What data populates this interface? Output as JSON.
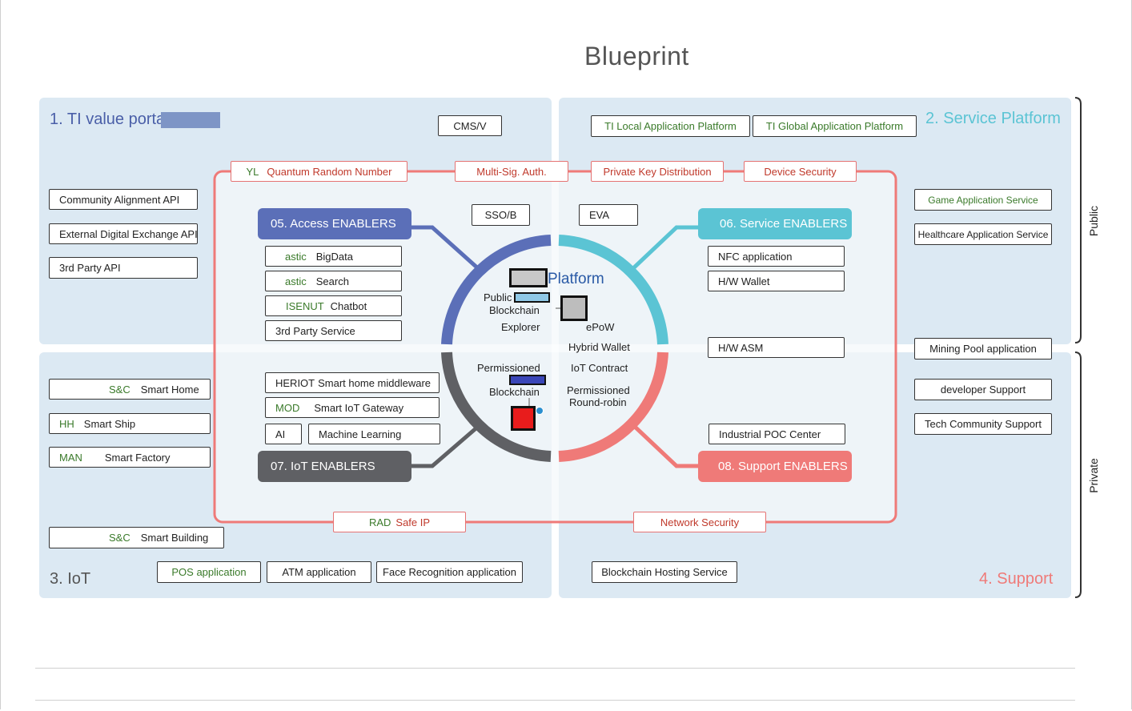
{
  "title": "Blueprint",
  "quadrants": {
    "q1": "1. TI value portal",
    "q2": "2. Service Platform",
    "q3": "3. IoT",
    "q4": "4. Support"
  },
  "side_labels": {
    "public": "Public",
    "private": "Private"
  },
  "colors": {
    "quad_bg": "#dce9f3",
    "access": "#5b6fb8",
    "service": "#5bc4d4",
    "iot": "#5f6064",
    "support": "#ef7a78",
    "ring": "#ef7a78"
  },
  "top_boxes": {
    "cms": "CMS/V",
    "local_platform": "TI Local Application Platform",
    "global_platform": "TI Global Application Platform"
  },
  "ring_top": {
    "qrn_prefix": "YL",
    "qrn_label": "Quantum Random Number",
    "multisig": "Multi-Sig. Auth.",
    "private_key": "Private Key Distribution",
    "device_security": "Device Security"
  },
  "ring_bottom": {
    "rad_prefix": "RAD",
    "rad_label": "Safe IP",
    "network_security": "Network Security"
  },
  "left_apis": [
    "Community Alignment API",
    "External Digital Exchange API",
    "3rd Party API"
  ],
  "right_services": [
    "Game Application Service",
    "Healthcare Application Service"
  ],
  "mining": "Mining Pool application",
  "support_items": [
    "developer Support",
    "Tech Community Support"
  ],
  "iot_left": [
    {
      "prefix": "S&C",
      "label": "Smart Home"
    },
    {
      "prefix": "HH",
      "label": "Smart Ship"
    },
    {
      "prefix": "MAN",
      "label": "Smart Factory"
    },
    {
      "prefix": "S&C",
      "label": "Smart Building"
    }
  ],
  "iot_bottom": [
    "POS application",
    "ATM application",
    "Face Recognition application"
  ],
  "hosting": "Blockchain Hosting Service",
  "sso": "SSO/B",
  "eva": "EVA",
  "enablers": {
    "access": "05. Access ENABLERS",
    "service": "06. Service ENABLERS",
    "iot": "07. IoT ENABLERS",
    "support": "08. Support ENABLERS"
  },
  "access_items": [
    {
      "prefix": "astic",
      "label": "BigData"
    },
    {
      "prefix": "astic",
      "label": "Search"
    },
    {
      "prefix": "ISENUT",
      "label": "Chatbot"
    },
    {
      "prefix": "",
      "label": "3rd Party Service"
    }
  ],
  "service_items": [
    "NFC application",
    "H/W Wallet",
    "H/W ASM"
  ],
  "iot_items": {
    "heriot_prefix": "HERIOT",
    "heriot_label": "Smart home middleware",
    "mod_prefix": "MOD",
    "mod_label": "Smart IoT Gateway",
    "ai": "AI",
    "ml": "Machine Learning"
  },
  "support_center": "Industrial POC Center",
  "center": {
    "platform": "Platform",
    "public": "Public",
    "blockchain": "Blockchain",
    "explorer": "Explorer",
    "epow": "ePoW",
    "hybrid_wallet": "Hybrid Wallet",
    "iot_contract": "IoT Contract",
    "permissioned": "Permissioned",
    "blockchain2": "Blockchain",
    "permissioned2": "Permissioned",
    "round_robin": "Round-robin"
  }
}
